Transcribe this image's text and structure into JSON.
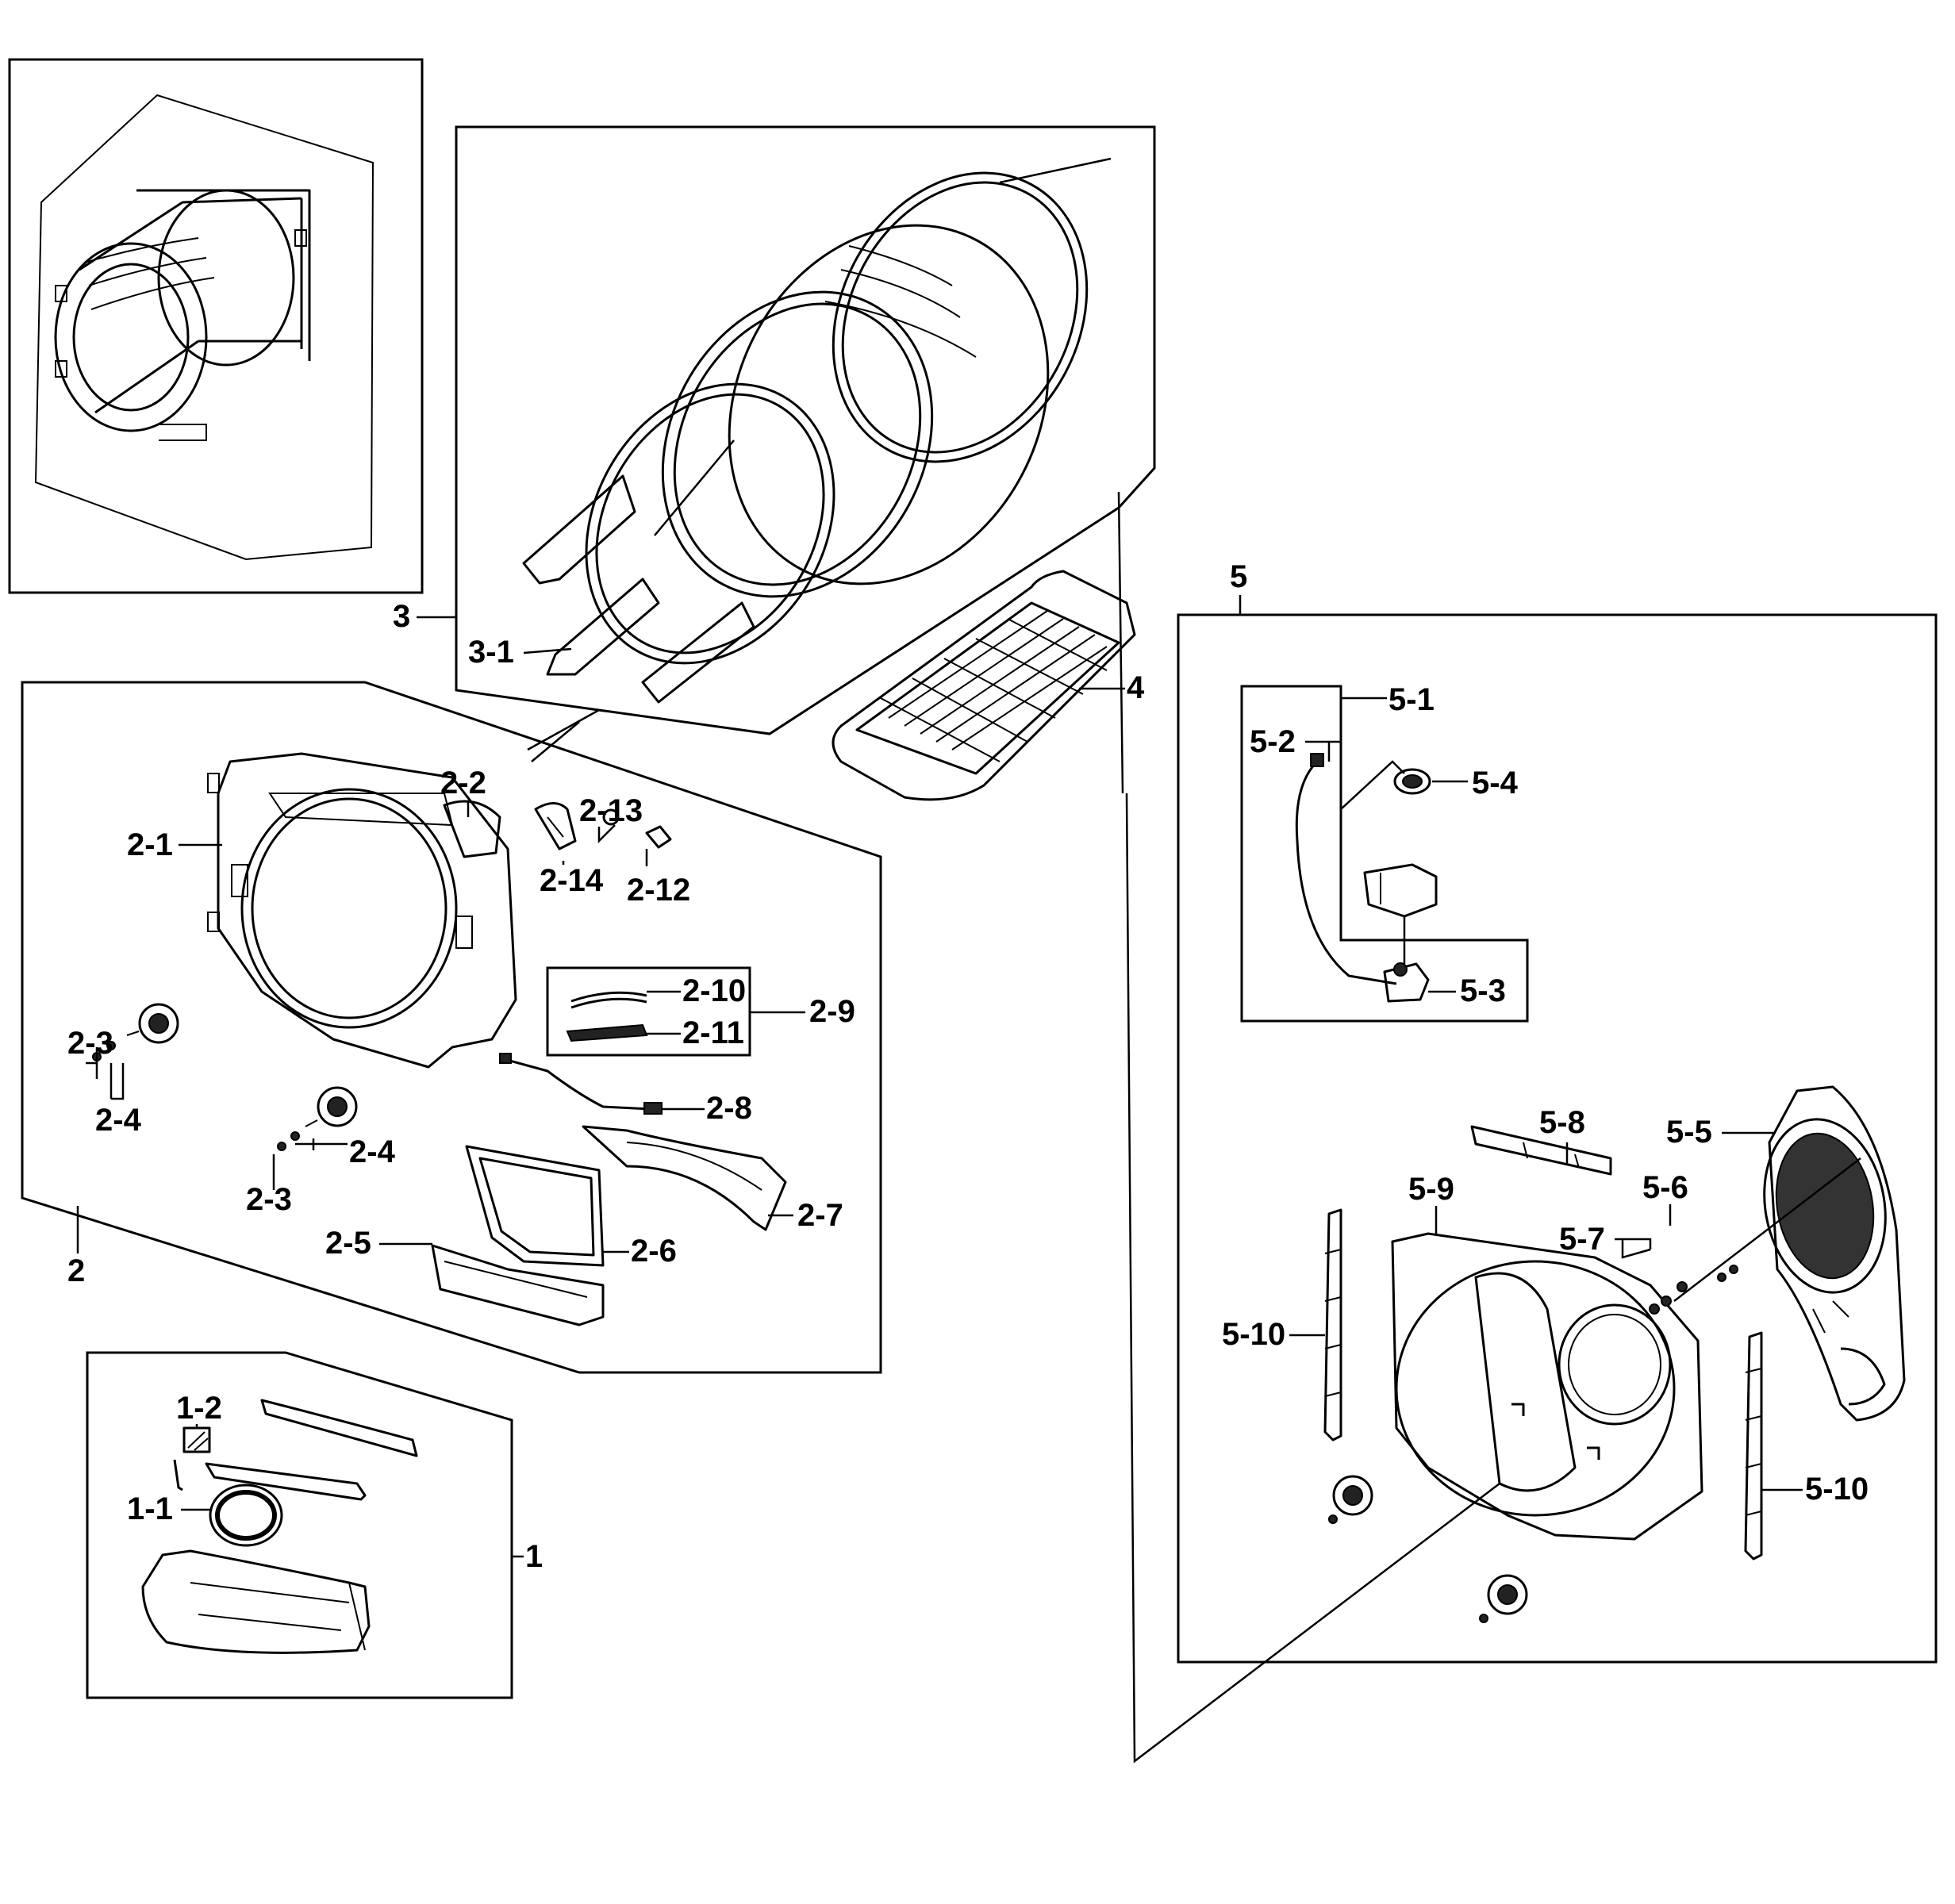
{
  "labels": {
    "l1": "1",
    "l1_1": "1-1",
    "l1_2": "1-2",
    "l2": "2",
    "l2_1": "2-1",
    "l2_2": "2-2",
    "l2_3a": "2-3",
    "l2_3b": "2-3",
    "l2_4a": "2-4",
    "l2_4b": "2-4",
    "l2_5": "2-5",
    "l2_6": "2-6",
    "l2_7": "2-7",
    "l2_8": "2-8",
    "l2_9": "2-9",
    "l2_10": "2-10",
    "l2_11": "2-11",
    "l2_12": "2-12",
    "l2_13": "2-13",
    "l2_14": "2-14",
    "l3": "3",
    "l3_1": "3-1",
    "l4": "4",
    "l5": "5",
    "l5_1": "5-1",
    "l5_2": "5-2",
    "l5_3": "5-3",
    "l5_4": "5-4",
    "l5_5": "5-5",
    "l5_6": "5-6",
    "l5_7": "5-7",
    "l5_8": "5-8",
    "l5_9": "5-9",
    "l5_10a": "5-10",
    "l5_10b": "5-10"
  }
}
